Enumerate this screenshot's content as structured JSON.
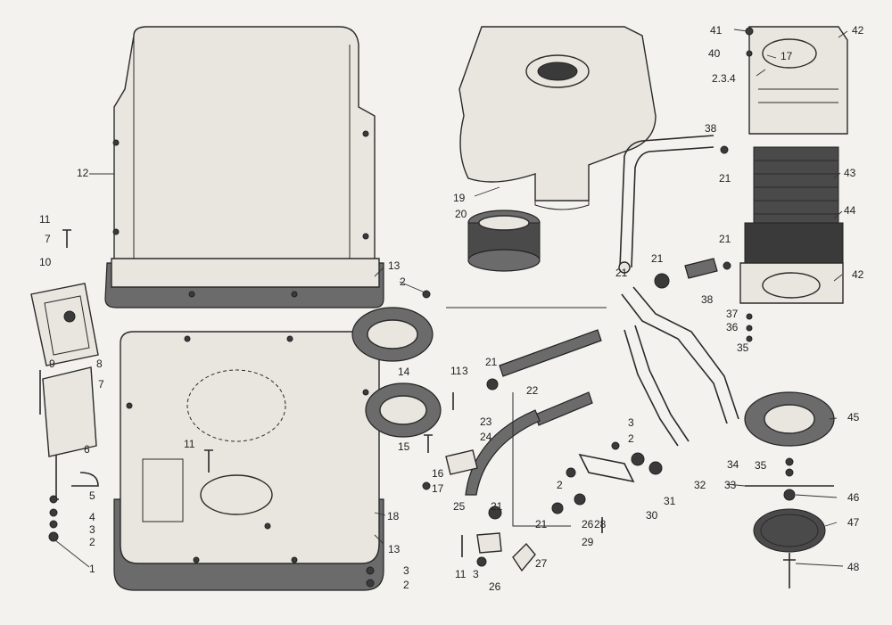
{
  "figure": {
    "callouts": [
      {
        "id": "c1",
        "text": "1"
      },
      {
        "id": "c2a",
        "text": "2"
      },
      {
        "id": "c3a",
        "text": "3"
      },
      {
        "id": "c4",
        "text": "4"
      },
      {
        "id": "c5",
        "text": "5"
      },
      {
        "id": "c6",
        "text": "6"
      },
      {
        "id": "c7a",
        "text": "7"
      },
      {
        "id": "c7b",
        "text": "7"
      },
      {
        "id": "c8",
        "text": "8"
      },
      {
        "id": "c9",
        "text": "9"
      },
      {
        "id": "c10",
        "text": "10"
      },
      {
        "id": "c11a",
        "text": "11"
      },
      {
        "id": "c11b",
        "text": "11"
      },
      {
        "id": "c11c",
        "text": "11"
      },
      {
        "id": "c11d",
        "text": "11"
      },
      {
        "id": "c12",
        "text": "12"
      },
      {
        "id": "c13a",
        "text": "13"
      },
      {
        "id": "c13b",
        "text": "13"
      },
      {
        "id": "c14",
        "text": "14"
      },
      {
        "id": "c15",
        "text": "15"
      },
      {
        "id": "c16",
        "text": "16"
      },
      {
        "id": "c17a",
        "text": "17"
      },
      {
        "id": "c17b",
        "text": "17"
      },
      {
        "id": "c18",
        "text": "18"
      },
      {
        "id": "c19",
        "text": "19"
      },
      {
        "id": "c20",
        "text": "20"
      },
      {
        "id": "c21a",
        "text": "21"
      },
      {
        "id": "c21b",
        "text": "21"
      },
      {
        "id": "c21c",
        "text": "21"
      },
      {
        "id": "c21d",
        "text": "21"
      },
      {
        "id": "c21e",
        "text": "21"
      },
      {
        "id": "c21f",
        "text": "21"
      },
      {
        "id": "c21g",
        "text": "21"
      },
      {
        "id": "c22",
        "text": "22"
      },
      {
        "id": "c23",
        "text": "23"
      },
      {
        "id": "c24",
        "text": "24"
      },
      {
        "id": "c25",
        "text": "25"
      },
      {
        "id": "c26a",
        "text": "26"
      },
      {
        "id": "c26b",
        "text": "26"
      },
      {
        "id": "c27",
        "text": "27"
      },
      {
        "id": "c28",
        "text": "28"
      },
      {
        "id": "c29",
        "text": "29"
      },
      {
        "id": "c30",
        "text": "30"
      },
      {
        "id": "c31",
        "text": "31"
      },
      {
        "id": "c32",
        "text": "32"
      },
      {
        "id": "c33",
        "text": "33"
      },
      {
        "id": "c34",
        "text": "34"
      },
      {
        "id": "c35a",
        "text": "35"
      },
      {
        "id": "c35b",
        "text": "35"
      },
      {
        "id": "c36",
        "text": "36"
      },
      {
        "id": "c37",
        "text": "37"
      },
      {
        "id": "c38a",
        "text": "38"
      },
      {
        "id": "c38b",
        "text": "38"
      },
      {
        "id": "c40",
        "text": "40"
      },
      {
        "id": "c41",
        "text": "41"
      },
      {
        "id": "c42a",
        "text": "42"
      },
      {
        "id": "c42b",
        "text": "42"
      },
      {
        "id": "c43",
        "text": "43"
      },
      {
        "id": "c44",
        "text": "44"
      },
      {
        "id": "c45",
        "text": "45"
      },
      {
        "id": "c46",
        "text": "46"
      },
      {
        "id": "c47",
        "text": "47"
      },
      {
        "id": "c48",
        "text": "48"
      },
      {
        "id": "c2b",
        "text": "2"
      },
      {
        "id": "c2c",
        "text": "2"
      },
      {
        "id": "c2d",
        "text": "2"
      },
      {
        "id": "c2e",
        "text": "2"
      },
      {
        "id": "c3b",
        "text": "3"
      },
      {
        "id": "c3c",
        "text": "3"
      },
      {
        "id": "c3d",
        "text": "3"
      },
      {
        "id": "c3e",
        "text": "3"
      },
      {
        "id": "c234",
        "text": "2.3.4"
      }
    ]
  }
}
